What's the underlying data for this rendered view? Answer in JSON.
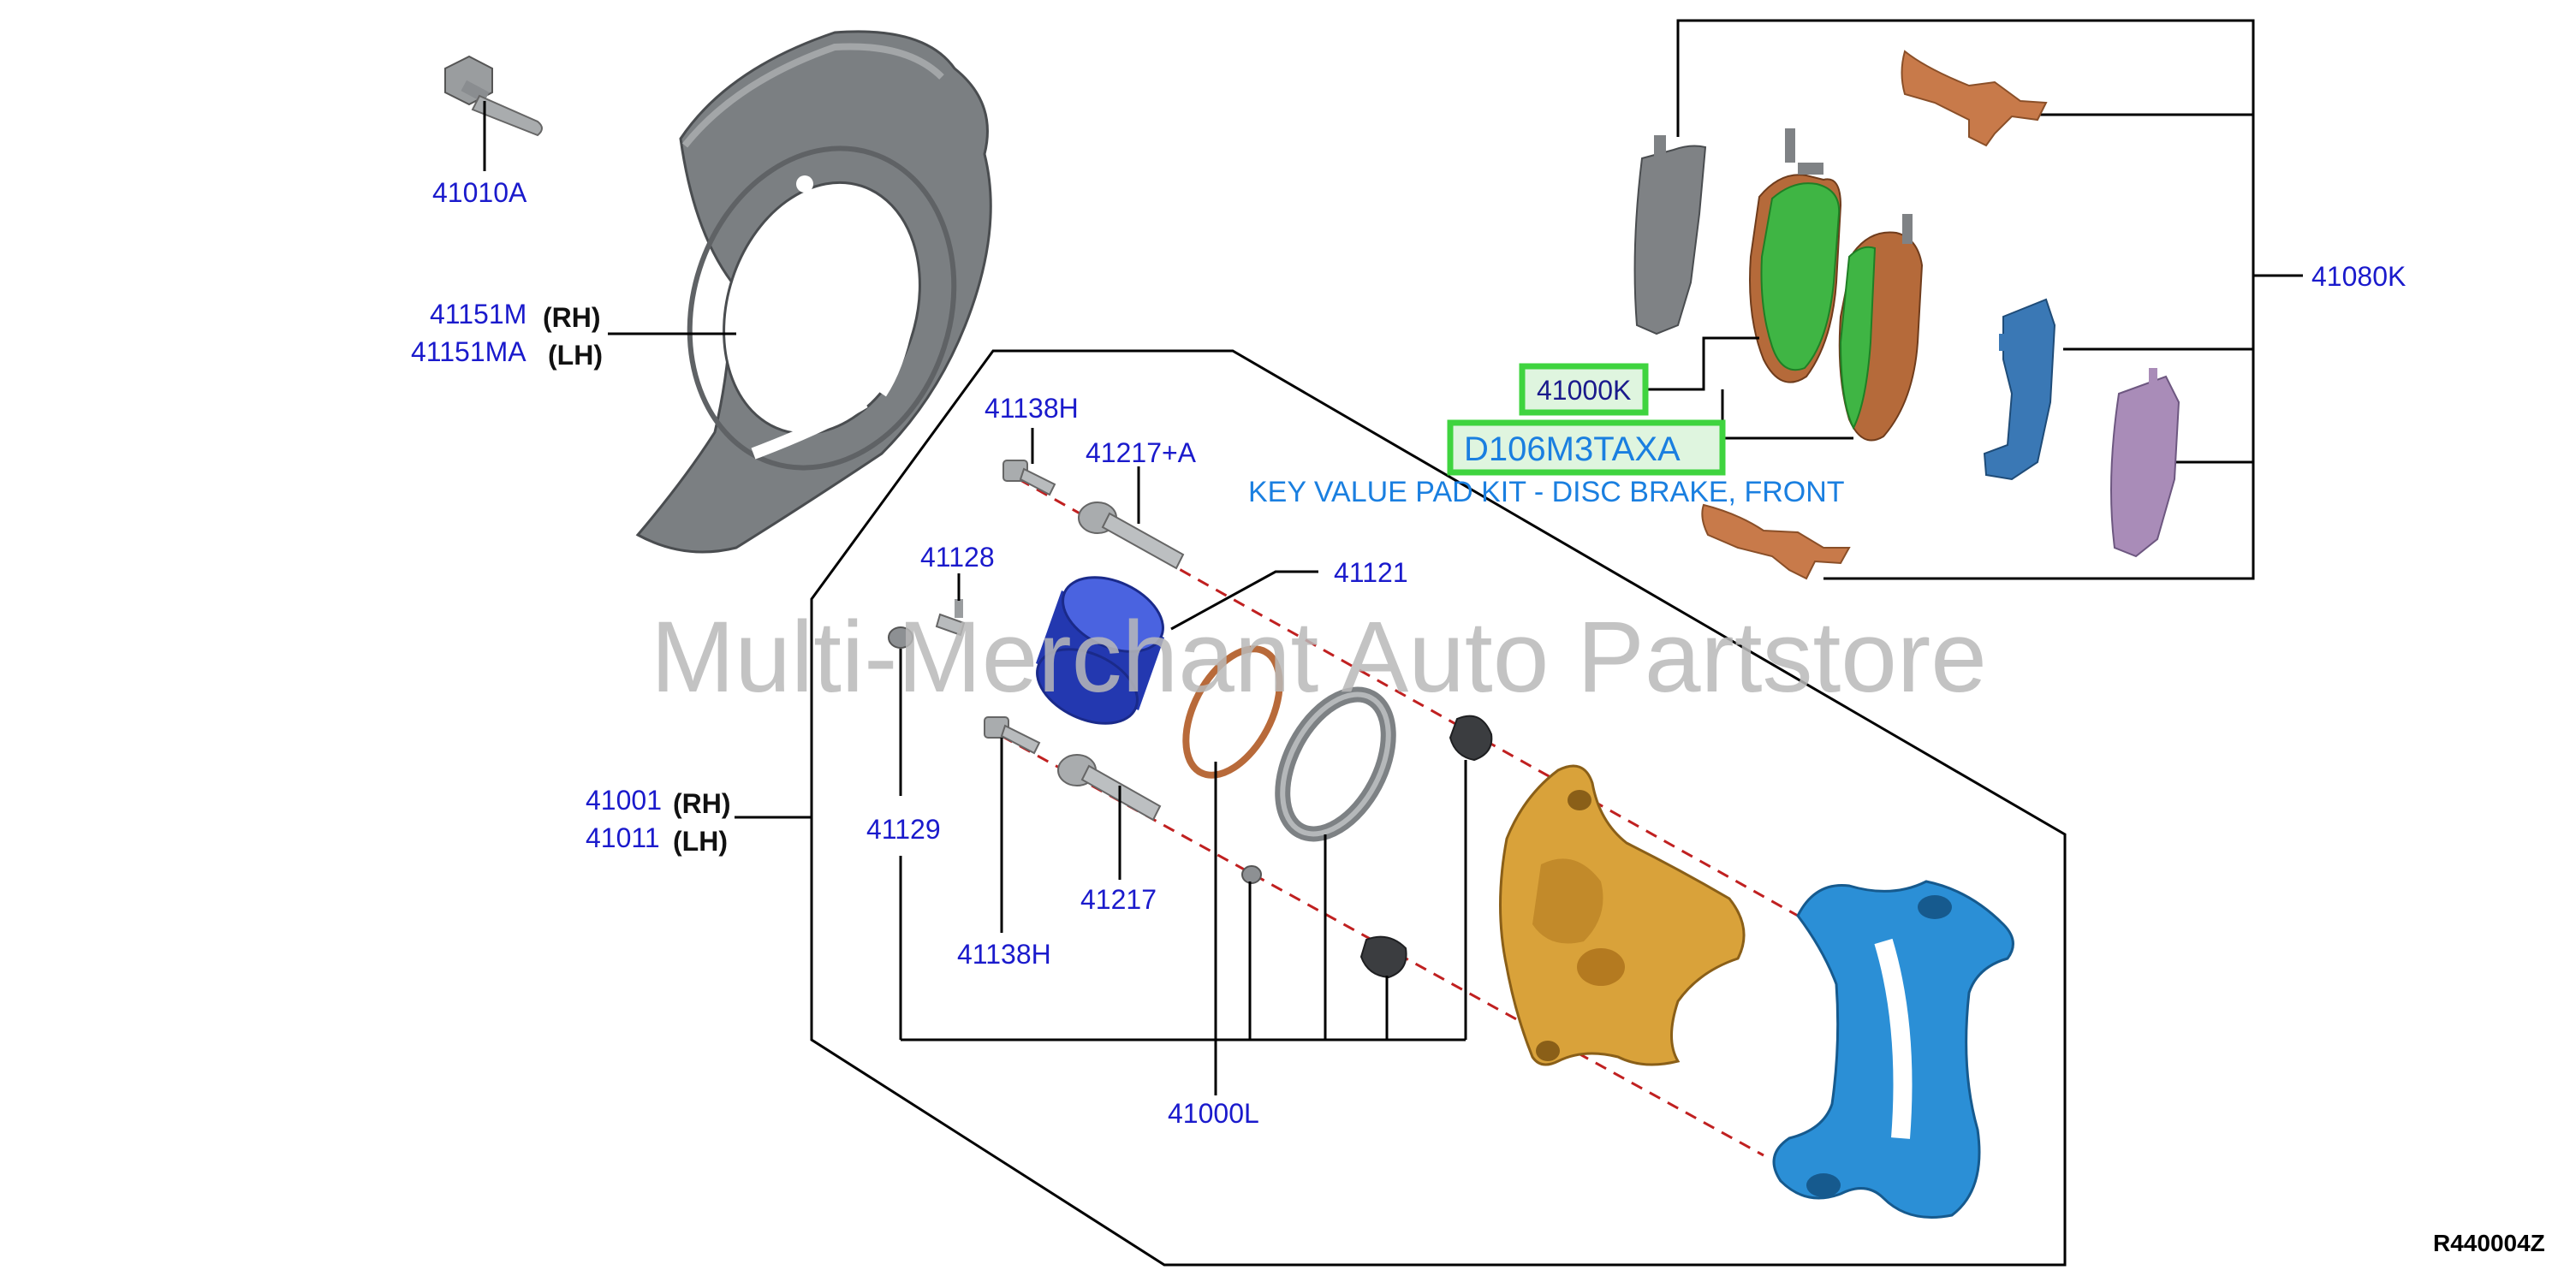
{
  "labels": {
    "l41010a": "41010A",
    "l41151m": "41151M",
    "l41151ma": "41151MA",
    "rh": "(RH)",
    "lh": "(LH)",
    "l41138h_top": "41138H",
    "l41217a": "41217+A",
    "l41128": "41128",
    "l41121": "41121",
    "l41001": "41001",
    "l41011": "41011",
    "l41129": "41129",
    "l41217": "41217",
    "l41138h_bottom": "41138H",
    "l41000l": "41000L",
    "l41080k": "41080K"
  },
  "highlight": {
    "part_number": "41000K",
    "key_code": "D106M3TAXA",
    "description": "KEY VALUE PAD KIT - DISC BRAKE, FRONT",
    "box_color": "#3fd43f"
  },
  "watermark": "Multi-Merchant Auto Partstore",
  "reference": "R440004Z",
  "colors": {
    "label_blue": "#1a1acc",
    "desc_blue": "#1a7fe0",
    "shield_gray": "#7b7f82",
    "piston_blue": "#2c45c8",
    "caliper_gold": "#d9a23a",
    "bracket_blue": "#2b8fd6",
    "pad_green": "#3fb544",
    "shim_blue": "#3a78b5",
    "shim_purple": "#a98cb8",
    "clip_copper": "#c87a4a",
    "dash_red": "#c02020"
  }
}
